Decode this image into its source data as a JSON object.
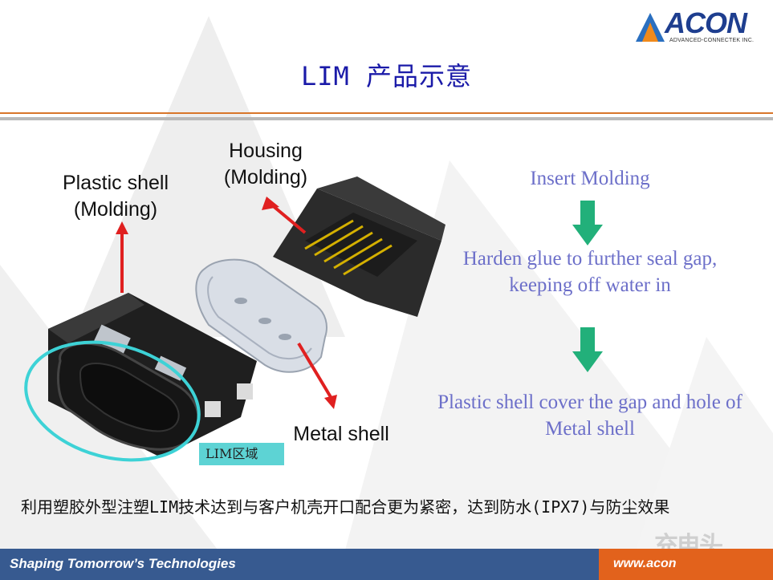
{
  "slide": {
    "title": "LIM 产品示意",
    "logo": {
      "word": "ACON",
      "subtitle": "ADVANCED-CONNECTEK INC."
    },
    "callouts": {
      "housing_line1": "Housing",
      "housing_line2": "(Molding)",
      "plastic_line1": "Plastic shell",
      "plastic_line2": "(Molding)",
      "metal": "Metal shell",
      "lim_region": "LIM区域"
    },
    "process_flow": {
      "step1": "Insert Molding",
      "step2_line1": "Harden glue to further seal gap,",
      "step2_line2": "keeping off water in",
      "step3_line1": "Plastic shell cover the gap and hole of",
      "step3_line2": "Metal shell"
    },
    "description": "利用塑胶外型注塑LIM技术达到与客户机壳开口配合更为紧密，达到防水(IPX7)与防尘效果",
    "footer": {
      "tagline": "Shaping Tomorrow’s Technologies",
      "url": "www.acon"
    },
    "colors": {
      "title": "#1a1aa8",
      "flow_text": "#6c6fc9",
      "arrow_green": "#22b07a",
      "callout_red": "#e02020",
      "highlight_cyan": "#3dd2d6",
      "footer_blue": "#375a90",
      "footer_orange": "#e2621c"
    }
  }
}
